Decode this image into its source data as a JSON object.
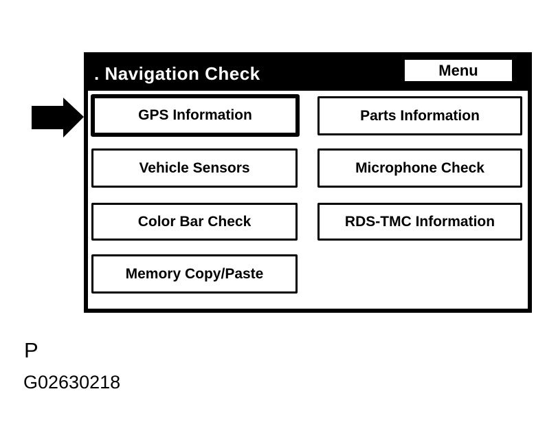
{
  "screen": {
    "title": ". Navigation Check",
    "menu_button_label": "Menu",
    "buttons": [
      {
        "label": "GPS Information",
        "selected": true
      },
      {
        "label": "Parts Information",
        "selected": false
      },
      {
        "label": "Vehicle Sensors",
        "selected": false
      },
      {
        "label": "Microphone Check",
        "selected": false
      },
      {
        "label": "Color Bar Check",
        "selected": false
      },
      {
        "label": "RDS-TMC Information",
        "selected": false
      },
      {
        "label": "Memory Copy/Paste",
        "selected": false
      }
    ],
    "colors": {
      "header_bg": "#000000",
      "header_text": "#ffffff",
      "button_bg": "#ffffff",
      "button_border": "#000000",
      "button_text": "#000000",
      "screen_bg": "#ffffff"
    }
  },
  "pointer": {
    "icon": "arrow-right-icon",
    "points_to": "GPS Information"
  },
  "figure": {
    "caption_letter": "P",
    "figure_code": "G02630218"
  }
}
